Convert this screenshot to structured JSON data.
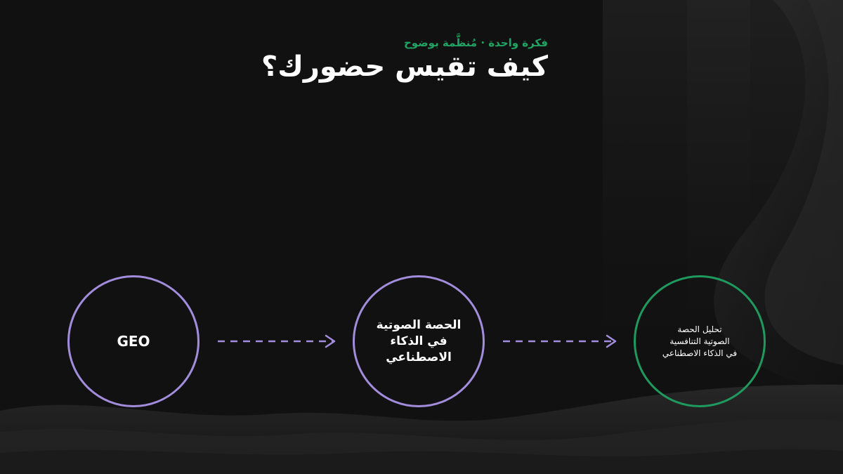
{
  "header": {
    "eyebrow": "فكرة واحدة · مُنظَّمة بوضوح",
    "title": "كيف تقيس حضورك؟"
  },
  "nodes": [
    {
      "label": "GEO",
      "color": "#a28ddc"
    },
    {
      "label": "الحصة الصوتية\nفي الذكاء\nالاصطناعي",
      "color": "#a28ddc"
    },
    {
      "label": "تحليل الحصة\nالصوتية التنافسية\nفي الذكاء الاصطناعي",
      "color": "#1f9a5e"
    }
  ],
  "colors": {
    "background": "#111111",
    "accent_green": "#1fa463",
    "accent_purple": "#a28ddc"
  }
}
